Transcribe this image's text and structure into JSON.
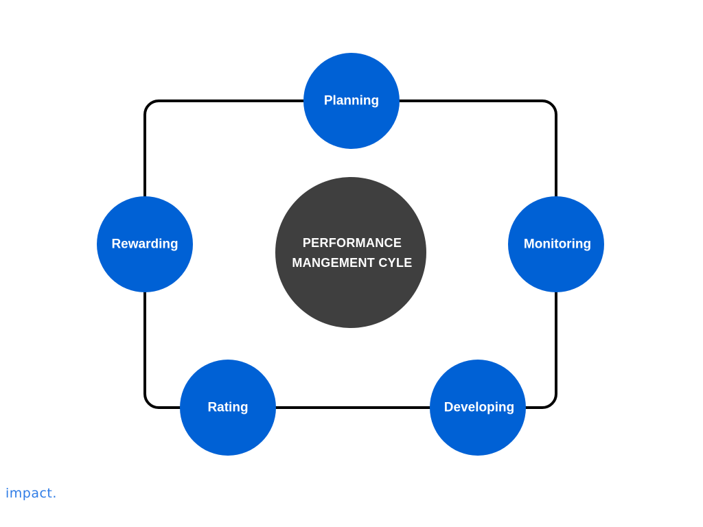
{
  "diagram": {
    "center": {
      "line1": "PERFORMANCE",
      "line2": "MANGEMENT CYLE"
    },
    "steps": [
      {
        "label": "Planning"
      },
      {
        "label": "Monitoring"
      },
      {
        "label": "Developing"
      },
      {
        "label": "Rating"
      },
      {
        "label": "Rewarding"
      }
    ]
  },
  "brand": {
    "logo_text": "impact."
  },
  "colors": {
    "node_blue": "#0061d5",
    "center_gray": "#3f3f3f",
    "connector": "#000000",
    "brand": "#2f7ce6",
    "background": "#ffffff"
  }
}
